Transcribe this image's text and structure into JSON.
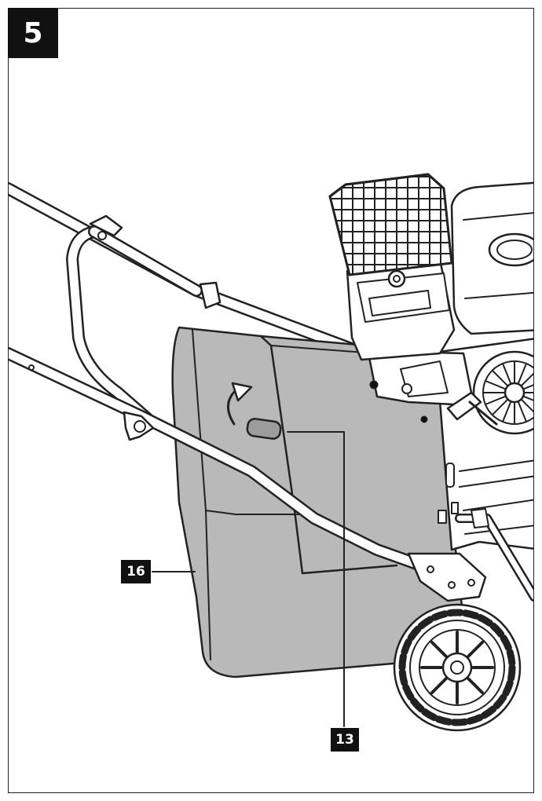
{
  "figure": {
    "step_number": "5",
    "callouts": [
      {
        "label": "16",
        "part": "grass-catcher-bag"
      },
      {
        "label": "13",
        "part": "rear-discharge-flap"
      }
    ]
  },
  "colors": {
    "line": "#222222",
    "bag_fill": "#b9b9b9",
    "badge": "#111111",
    "badge_text": "#ffffff"
  }
}
